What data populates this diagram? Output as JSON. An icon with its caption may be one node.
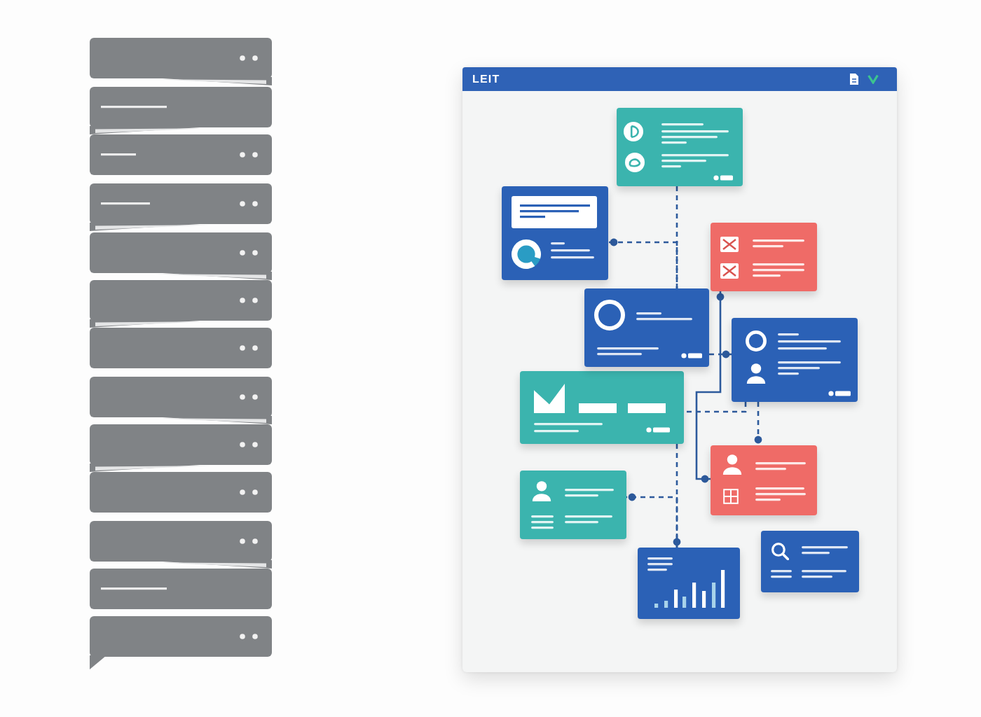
{
  "diagram": {
    "nodes": [
      {
        "text": [
          "LEIT"
        ]
      },
      {
        "text": [],
        "shape": "box",
        "in": 0
      },
      {
        "text": [],
        "shape": "box",
        "in": 0
      },
      {
        "text": [],
        "shape": "box",
        "in": 0
      },
      {
        "text": [],
        "shape": "box",
        "in": 0
      },
      {
        "text": [],
        "shape": "box",
        "in": 0
      },
      {
        "text": [],
        "shape": "box",
        "in": 0
      },
      {
        "text": [],
        "shape": "box",
        "in": 0
      },
      {
        "text": [],
        "shape": "box",
        "in": 0
      },
      {
        "text": [],
        "shape": "box",
        "in": 0
      },
      {
        "text": [],
        "shape": "box",
        "in": 0
      }
    ],
    "edges": [
      {
        "from": 1,
        "to": 4,
        "arrow": "none",
        "style": "dashed"
      },
      {
        "from": 4,
        "to": 2,
        "arrow": "other",
        "style": "dashed"
      },
      {
        "from": 3,
        "to": 7,
        "arrow": "other"
      },
      {
        "from": 4,
        "to": 5,
        "arrow": "other",
        "style": "dashed"
      },
      {
        "from": 5,
        "to": 6,
        "arrow": "none",
        "style": "dashed"
      },
      {
        "from": 5,
        "to": 7,
        "arrow": "other",
        "style": "dashed"
      },
      {
        "from": 6,
        "to": 9,
        "arrow": "other",
        "style": "dashed"
      },
      {
        "from": 9,
        "to": 8,
        "arrow": "other",
        "style": "dashed"
      }
    ]
  }
}
